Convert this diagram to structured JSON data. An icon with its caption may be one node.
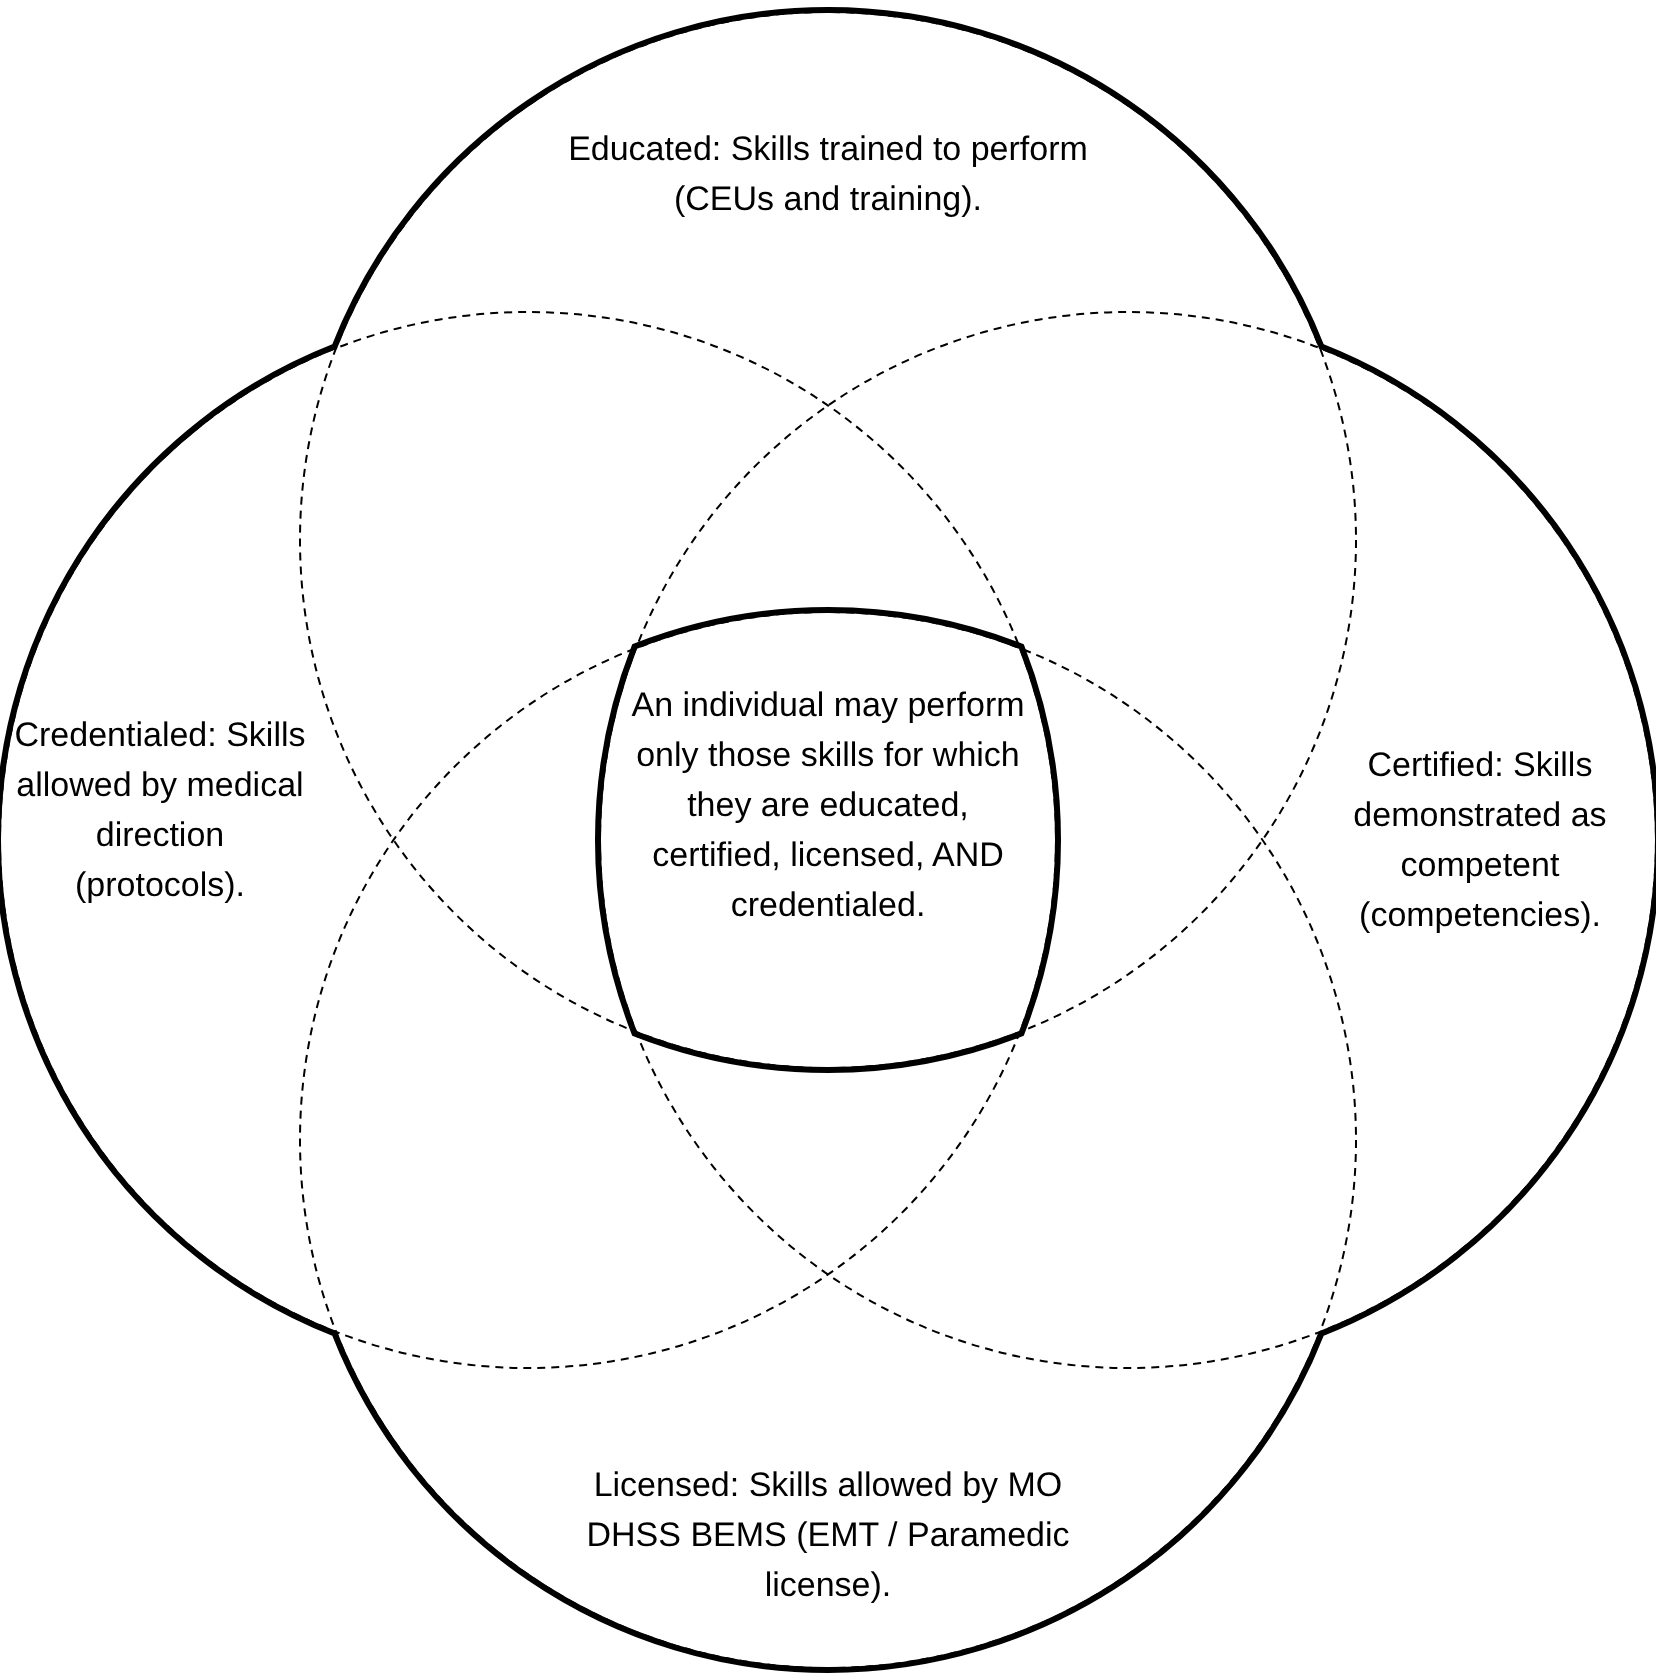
{
  "diagram": {
    "nodes": [
      {
        "text": [
          "Educated: Skills trained to perform (CEUs and training)."
        ]
      },
      {
        "text": [
          "Credentialed: Skills allowed by medical direction (protocols)."
        ]
      },
      {
        "text": [
          "An individual may perform only those skills for which they are educated, certified, licensed, AND credentialed."
        ]
      },
      {
        "text": [
          "Certified: Skills demonstrated as competent (competencies)."
        ]
      },
      {
        "text": [
          "Licensed: Skills allowed by MO DHSS BEMS (EMT / Paramedic license)."
        ]
      }
    ]
  }
}
